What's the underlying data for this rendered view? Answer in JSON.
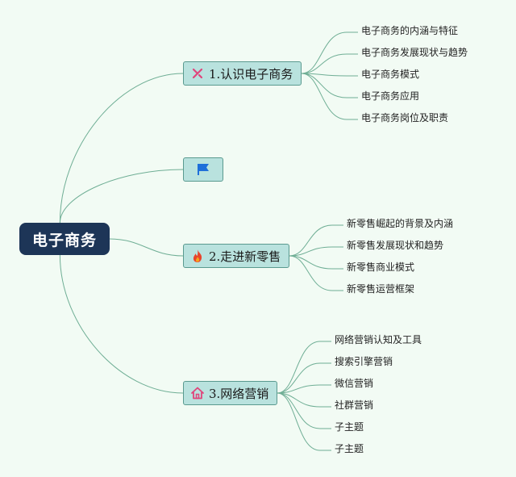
{
  "root": {
    "label": "电子商务"
  },
  "topics": [
    {
      "label": "1.认识电子商务",
      "icon": "crossed-tools-icon",
      "children": [
        "电子商务的内涵与特征",
        "电子商务发展现状与趋势",
        "电子商务模式",
        "电子商务应用",
        "电子商务岗位及职责"
      ]
    },
    {
      "label": "",
      "icon": "flag-icon",
      "children": []
    },
    {
      "label": "2.走进新零售",
      "icon": "fire-icon",
      "children": [
        "新零售崛起的背景及内涵",
        "新零售发展现状和趋势",
        "新零售商业模式",
        "新零售运营框架"
      ]
    },
    {
      "label": "3.网络营销",
      "icon": "home-icon",
      "children": [
        "网络营销认知及工具",
        "搜索引擎营销",
        "微信营销",
        "社群营销",
        "子主题",
        "子主题"
      ]
    }
  ],
  "colors": {
    "background": "#f2fbf4",
    "root_fill": "#1d3557",
    "topic_fill": "#b9e2de",
    "topic_border": "#5a9a8f",
    "link": "#6fae95"
  }
}
